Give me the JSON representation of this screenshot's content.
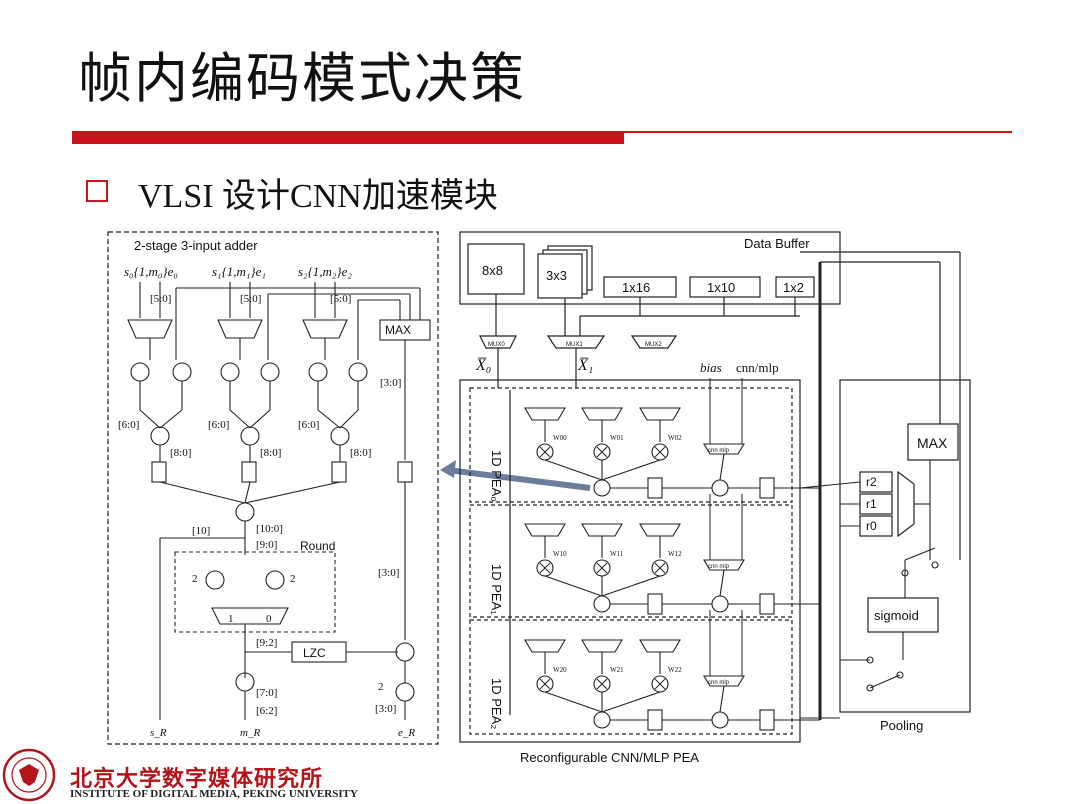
{
  "slide": {
    "title": "帧内编码模式决策",
    "bullet": "VLSI 设计CNN加速模块"
  },
  "adder": {
    "header": "2-stage 3-input adder",
    "inputs": [
      "s₀{1,m₀}e₀",
      "s₁{1,m₁}e₁",
      "s₂{1,m₂}e₂"
    ],
    "bits_50": "[5:0]",
    "max": "MAX",
    "bits_30": "[3:0]",
    "bits_60": "[6:0]",
    "bits_80": "[8:0]",
    "bits_10": "[10]",
    "bits_100": "[10:0]",
    "bits_90": "[9:0]",
    "round": "Round",
    "bits_92": "[9:2]",
    "lzc": "LZC",
    "bits_70": "[7:0]",
    "bits_62": "[6:2]",
    "outputs": [
      "s_R",
      "m_R",
      "e_R"
    ],
    "num_2": "2",
    "num_1": "1",
    "num_0": "0"
  },
  "pea": {
    "data_buffer": "Data Buffer",
    "blocks": [
      "8x8",
      "3x3",
      "1x16",
      "1x10",
      "1x2"
    ],
    "mux": [
      "MUX0",
      "MUX1",
      "MUX2"
    ],
    "x0": "X̅₀",
    "x1": "X̅₁",
    "bias": "bias",
    "cnn_mlp": "cnn/mlp",
    "rows": [
      "1D PEA₀",
      "1D PEA₁",
      "1D PEA₂"
    ],
    "weights": [
      [
        "W00",
        "W01",
        "W02"
      ],
      [
        "W10",
        "W11",
        "W12"
      ],
      [
        "W20",
        "W21",
        "W22"
      ]
    ],
    "mux_small": "cnn mlp",
    "label": "Reconfigurable CNN/MLP PEA"
  },
  "pooling": {
    "max": "MAX",
    "regs": [
      "r2",
      "r1",
      "r0"
    ],
    "sigmoid": "sigmoid",
    "label": "Pooling"
  },
  "footer": {
    "cn": "北京大学数字媒体研究所",
    "en": "INSTITUTE OF DIGITAL MEDIA, PEKING UNIVERSITY"
  }
}
